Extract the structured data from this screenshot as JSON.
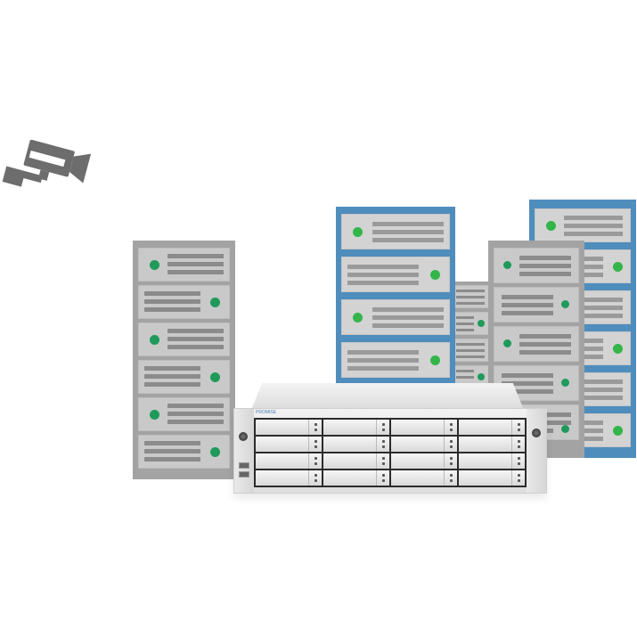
{
  "scene": {
    "description": "Storage array product illustration with server racks and surveillance camera",
    "background_color": "#ffffff"
  },
  "icons": {
    "camera": "security-camera-icon",
    "led": "status-led"
  },
  "colors": {
    "rack_gray": "#a3a3a3",
    "rack_blue": "#4f8dbd",
    "unit_face": "#c9c9c9",
    "bar": "#8b8b8b",
    "led_green": "#1f9a5b",
    "led_green_bright": "#33b54a",
    "camera": "#6d6d6d",
    "chassis": "#e6e6e6"
  },
  "storage_array": {
    "brand_label": "PROMISE",
    "drive_bays": 16,
    "rows": 4,
    "columns": 4
  },
  "racks": [
    {
      "id": "left-gray",
      "color": "gray",
      "units": 6
    },
    {
      "id": "center-blue",
      "color": "blue",
      "units": 4
    },
    {
      "id": "back-gray",
      "color": "gray",
      "units": 5
    },
    {
      "id": "right-gray",
      "color": "gray",
      "units": 5
    },
    {
      "id": "far-right-blue",
      "color": "blue",
      "units": 6
    }
  ]
}
